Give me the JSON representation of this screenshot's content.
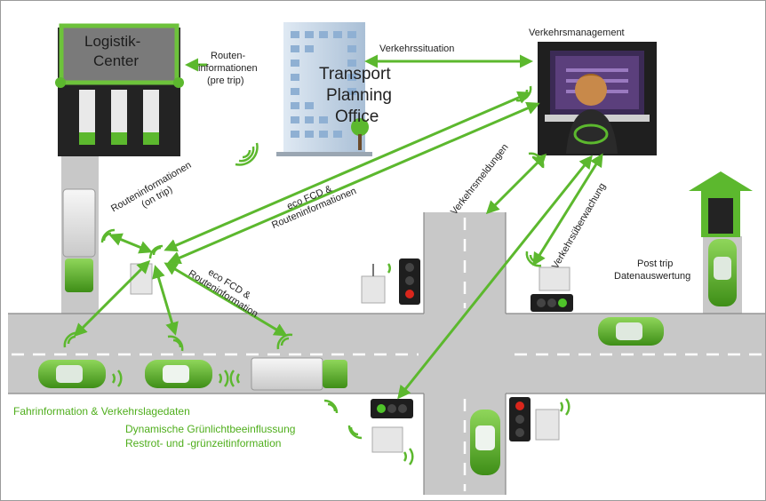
{
  "logistics_center": {
    "line1": "Logistik-",
    "line2": "Center"
  },
  "transport_office": {
    "line1": "Transport",
    "line2": "Planning",
    "line3": "Office"
  },
  "traffic_mgmt": {
    "title": "Verkehrsmanagement"
  },
  "labels": {
    "routen_info_line1": "Routen-",
    "routen_info_line2": "informationen",
    "routen_info_line3": "(pre trip)",
    "verkehrssituation": "Verkehrssituation",
    "routeninfo_on_trip_line1": "Routeninformationen",
    "routeninfo_on_trip_line2": "(on trip)",
    "eco_fcd_upper_line1": "eco FCD &",
    "eco_fcd_upper_line2": "Routeninformationen",
    "eco_fcd_lower_line1": "eco FCD &",
    "eco_fcd_lower_line2": "Routeninformation",
    "verkehrsmeldungen": "Verkehrsmeldungen",
    "verkehrsueberwachung": "Verkehrsüberwachung",
    "post_trip_line1": "Post trip",
    "post_trip_line2": "Datenauswertung",
    "fahrinformation": "Fahrinformation & Verkehrslagedaten",
    "dynamische_line1": "Dynamische Grünlichtbeeinflussung",
    "dynamische_line2": "Restrot- und -grünzeitinformation"
  },
  "colors": {
    "accent_green": "#5cb82e",
    "road": "#c8c8c8",
    "lane_marking": "#ffffff",
    "building_dark": "#222222",
    "text_green": "#4fae1c"
  }
}
